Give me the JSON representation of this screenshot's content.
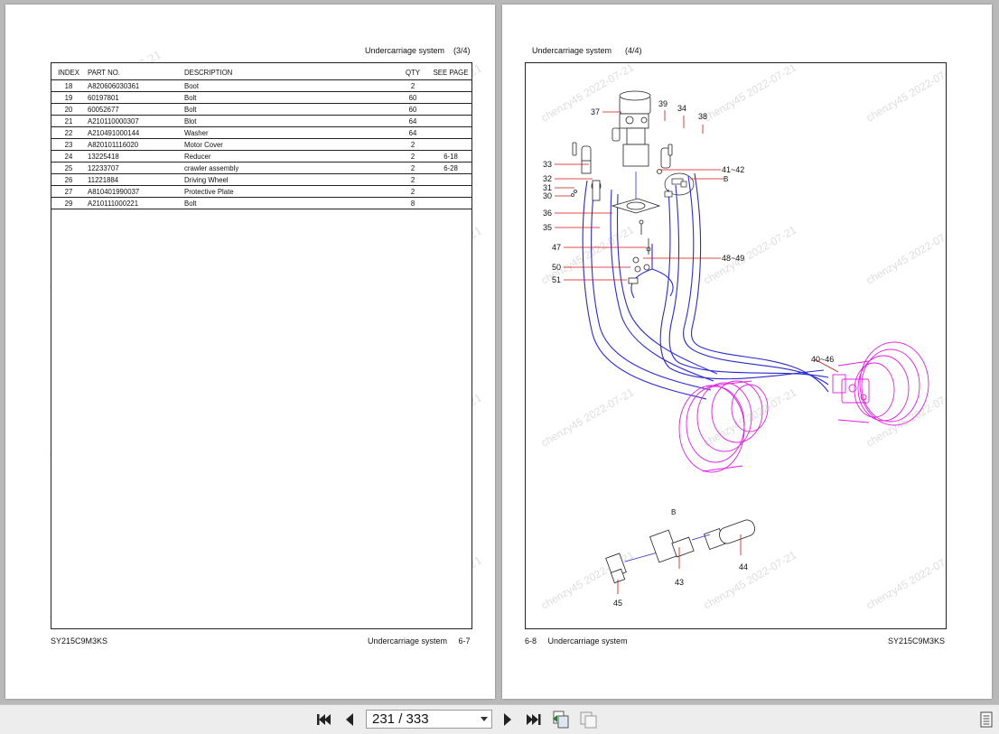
{
  "left_page": {
    "header_title": "Undercarriage system",
    "header_part": "(3/4)",
    "table": {
      "columns": [
        "INDEX",
        "PART NO.",
        "DESCRIPTION",
        "QTY",
        "SEE PAGE"
      ],
      "rows": [
        {
          "index": "18",
          "part_no": "A820606030361",
          "description": "Boot",
          "qty": "2",
          "see_page": ""
        },
        {
          "index": "19",
          "part_no": "60197801",
          "description": "Bolt",
          "qty": "60",
          "see_page": ""
        },
        {
          "index": "20",
          "part_no": "60052677",
          "description": "Bolt",
          "qty": "60",
          "see_page": ""
        },
        {
          "index": "21",
          "part_no": "A210110000307",
          "description": "Blot",
          "qty": "64",
          "see_page": ""
        },
        {
          "index": "22",
          "part_no": "A210491000144",
          "description": "Washer",
          "qty": "64",
          "see_page": ""
        },
        {
          "index": "23",
          "part_no": "A820101116020",
          "description": "Motor Cover",
          "qty": "2",
          "see_page": ""
        },
        {
          "index": "24",
          "part_no": "13225418",
          "description": "Reducer",
          "qty": "2",
          "see_page": "6-18"
        },
        {
          "index": "25",
          "part_no": "12233707",
          "description": "crawler assembly",
          "qty": "2",
          "see_page": "6-28"
        },
        {
          "index": "26",
          "part_no": "11221884",
          "description": "Driving Wheel",
          "qty": "2",
          "see_page": ""
        },
        {
          "index": "27",
          "part_no": "A810401990037",
          "description": "Protective Plate",
          "qty": "2",
          "see_page": ""
        },
        {
          "index": "29",
          "part_no": "A210111000221",
          "description": "Bolt",
          "qty": "8",
          "see_page": ""
        }
      ]
    },
    "footer_model": "SY215C9M3KS",
    "footer_title": "Undercarriage system",
    "footer_page": "6-7"
  },
  "right_page": {
    "header_title": "Undercarriage system",
    "header_part": "(4/4)",
    "diagram_labels": {
      "l37": "37",
      "l39": "39",
      "l34": "34",
      "l38": "38",
      "l33": "33",
      "l4142": "41~42",
      "lB1": "B",
      "l32": "32",
      "l31": "31",
      "l30": "30",
      "l36": "36",
      "l35": "35",
      "l47": "47",
      "l4849": "48~49",
      "l50": "50",
      "l51": "51",
      "l4046": "40~46",
      "lB2": "B",
      "l43": "43",
      "l44": "44",
      "l45": "45"
    },
    "footer_page": "6-8",
    "footer_title": "Undercarriage system",
    "footer_model": "SY215C9M3KS"
  },
  "watermark_text": "chenzy45 2022-07-21",
  "toolbar": {
    "page_indicator": "231 / 333",
    "icons": [
      "first-page-icon",
      "previous-page-icon",
      "next-page-icon",
      "last-page-icon",
      "copy-page-icon",
      "rotate-page-icon",
      "document-menu-icon"
    ]
  },
  "colors": {
    "hose": "#2a2ad0",
    "motor": "#e020e0",
    "background": "#b9b9b9",
    "toolbar": "#ededed"
  }
}
